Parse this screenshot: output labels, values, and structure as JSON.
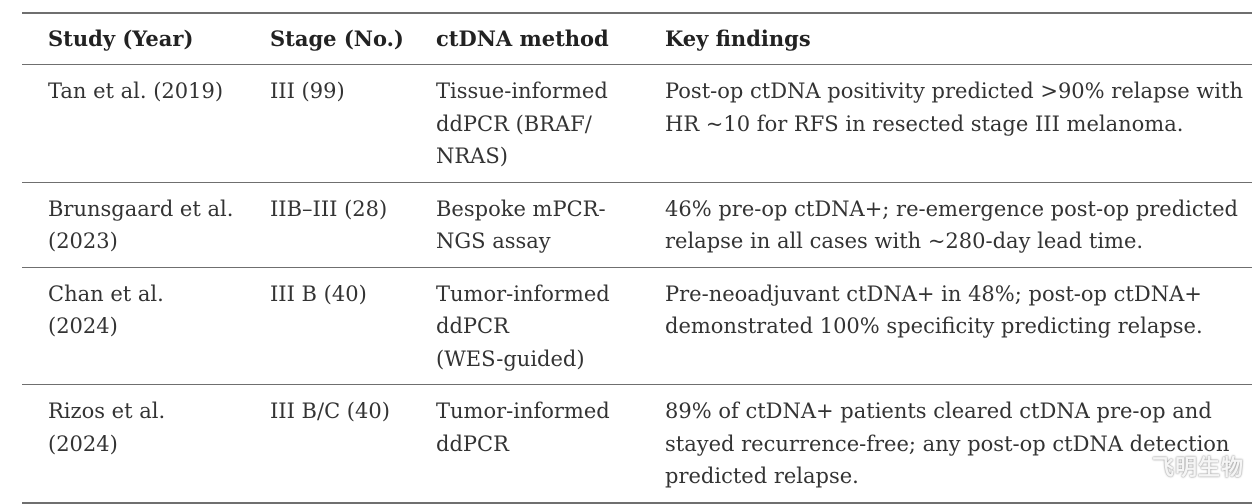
{
  "table": {
    "headers": [
      "Study (Year)",
      "Stage (No.)",
      "ctDNA method",
      "Key findings"
    ],
    "rows": [
      {
        "study": [
          "Tan et al. (2019)"
        ],
        "stage": [
          "III (99)"
        ],
        "method": [
          "Tissue-informed",
          "ddPCR (BRAF/",
          "NRAS)"
        ],
        "findings": [
          "Post-op ctDNA positivity predicted >90% relapse with",
          "HR ~10 for RFS in resected stage III melanoma."
        ]
      },
      {
        "study": [
          "Brunsgaard et al.",
          "(2023)"
        ],
        "stage": [
          "IIB–III (28)"
        ],
        "method": [
          "Bespoke mPCR-",
          "NGS assay"
        ],
        "findings": [
          "46% pre-op ctDNA+; re-emergence post-op predicted",
          "relapse in all cases with ~280-day lead time."
        ]
      },
      {
        "study": [
          "Chan et al.",
          "(2024)"
        ],
        "stage": [
          "III B (40)"
        ],
        "method": [
          "Tumor-informed",
          "ddPCR",
          "(WES-guided)"
        ],
        "findings": [
          "Pre-neoadjuvant ctDNA+ in 48%; post-op ctDNA+",
          "demonstrated 100% specificity predicting relapse."
        ]
      },
      {
        "study": [
          "Rizos et al.",
          "(2024)"
        ],
        "stage": [
          "III B/C (40)"
        ],
        "method": [
          "Tumor-informed",
          "ddPCR"
        ],
        "findings": [
          "89% of ctDNA+ patients cleared ctDNA pre-op and",
          "stayed recurrence-free; any post-op ctDNA detection",
          "predicted relapse."
        ]
      }
    ]
  },
  "watermark": "飞明生物"
}
